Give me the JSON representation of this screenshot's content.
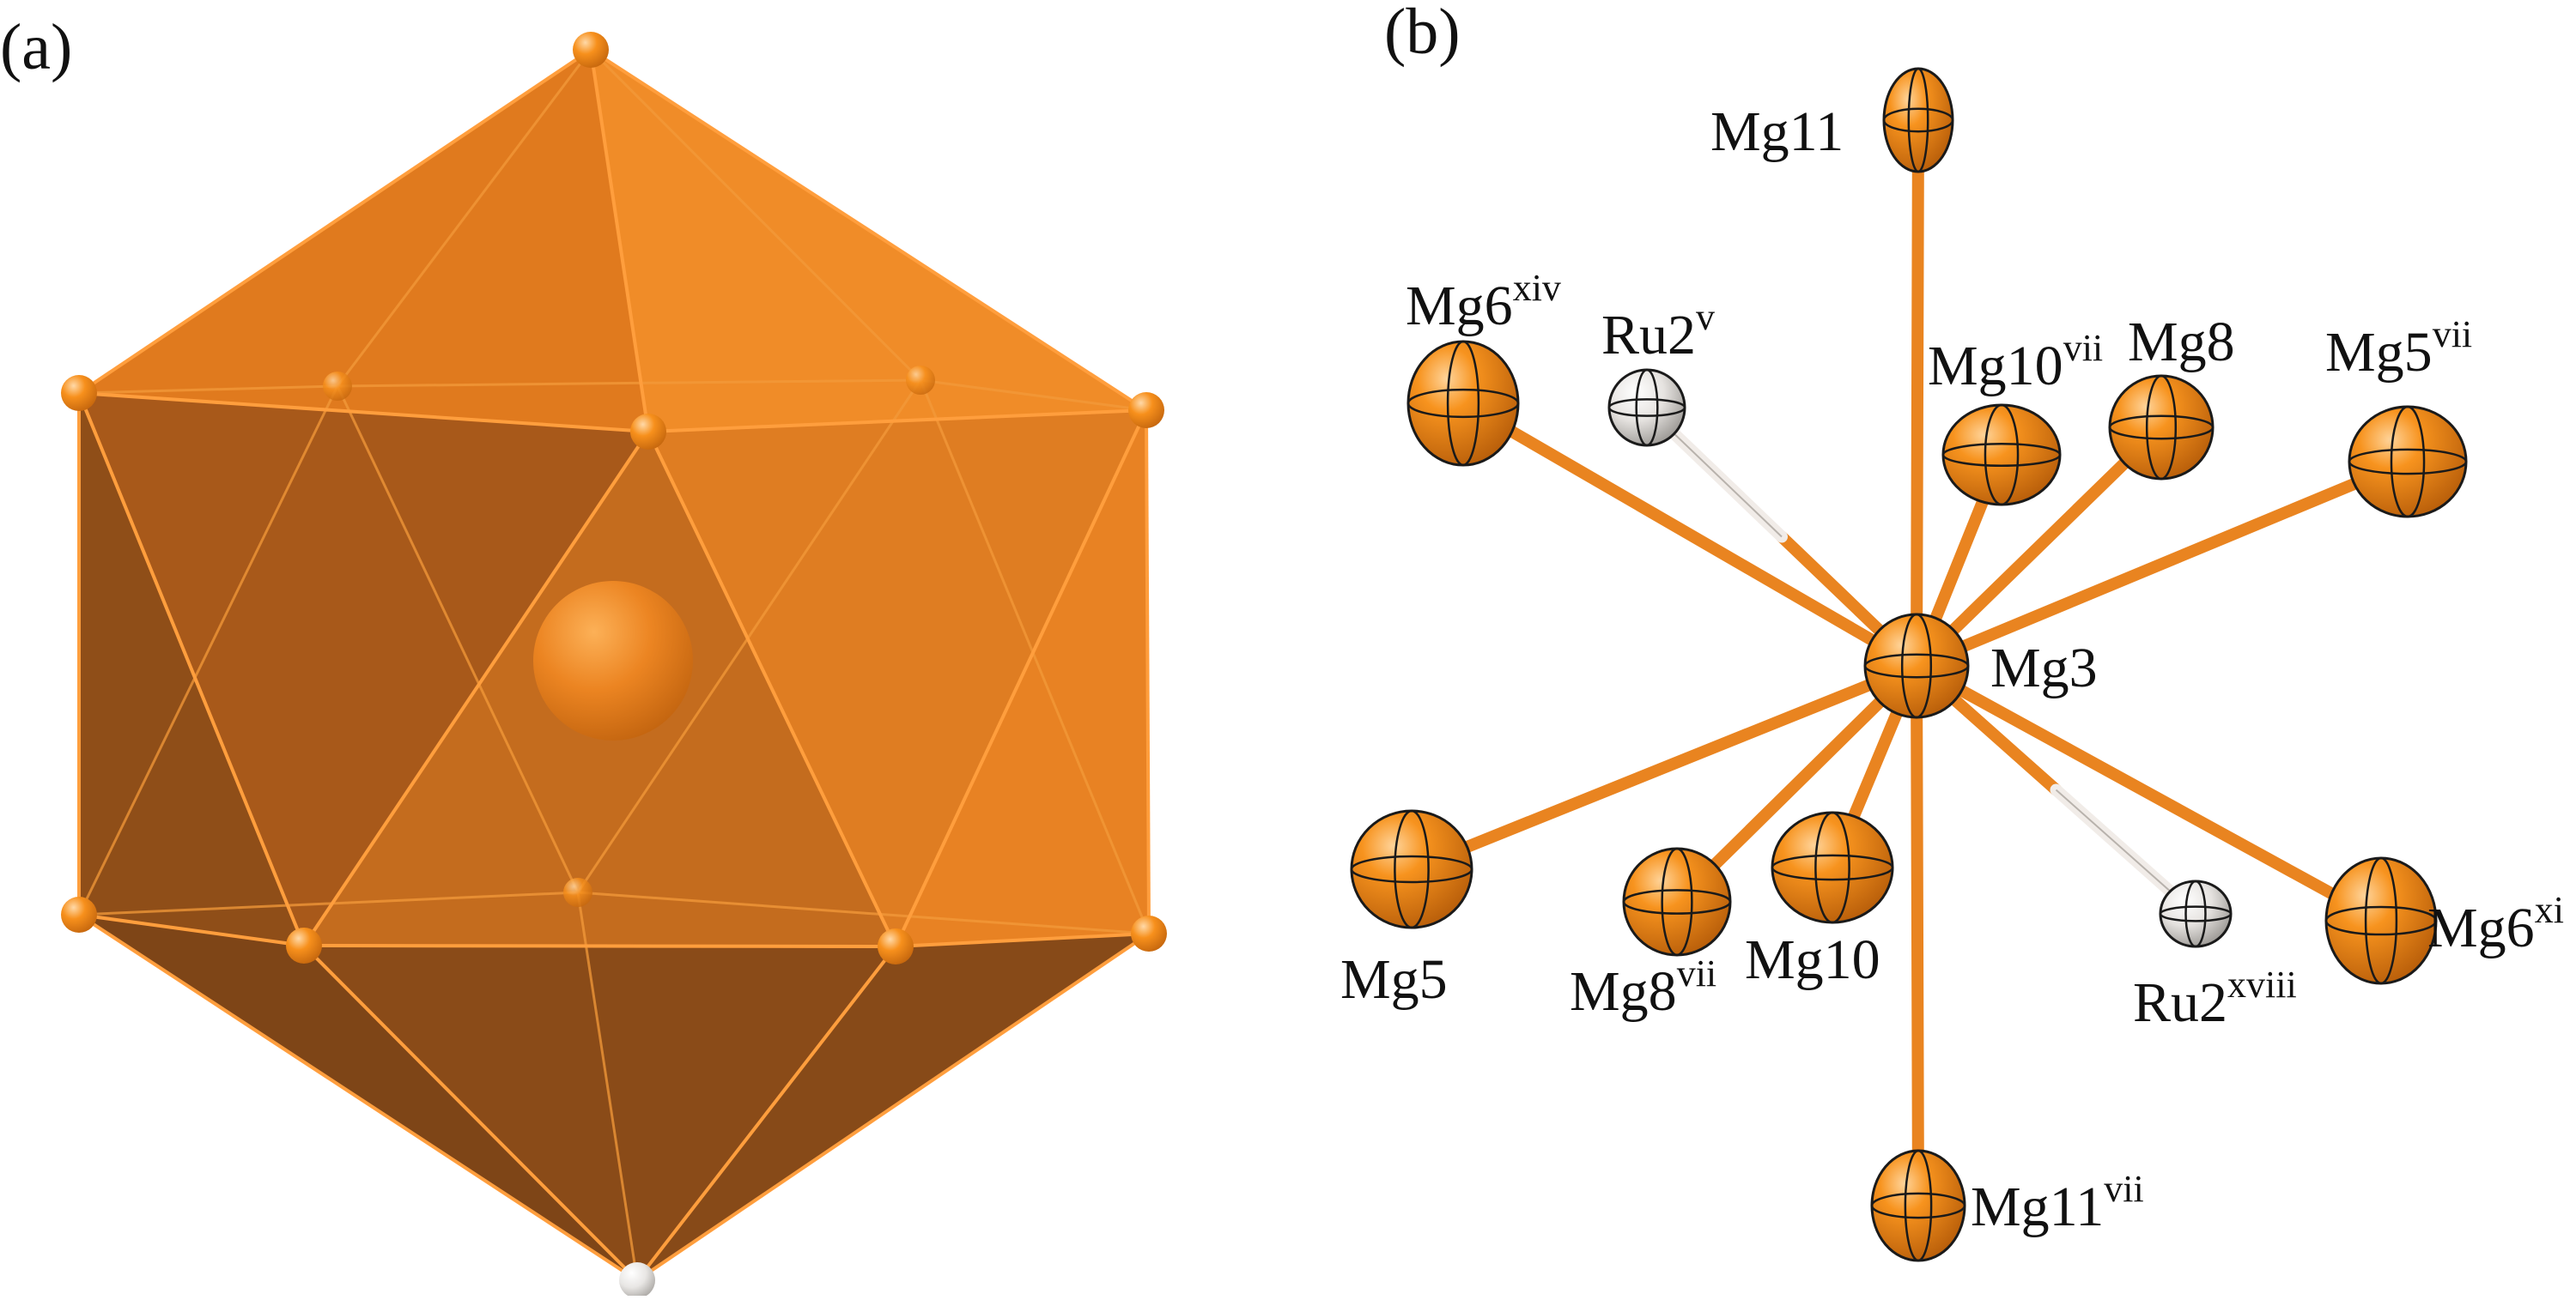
{
  "panels": {
    "a": {
      "label": "(a)"
    },
    "b": {
      "label": "(b)"
    }
  },
  "colors": {
    "magnesium": "#F28A1E",
    "ruthenium": "#E4E2E0",
    "bond_mg": "#E98420",
    "bond_ru": "#F1ECE8",
    "outline": "#1A1A1A"
  },
  "polyhedron": {
    "center_atom": "Mg3",
    "vertex_atoms": [
      "Mg",
      "Mg",
      "Mg",
      "Mg",
      "Mg",
      "Mg",
      "Mg",
      "Mg",
      "Mg",
      "Mg",
      "Mg",
      "Ru"
    ]
  },
  "atoms": {
    "mg11": {
      "name": "Mg11",
      "sup": ""
    },
    "mg6xiv": {
      "name": "Mg6",
      "sup": "xiv"
    },
    "ru2v": {
      "name": "Ru2",
      "sup": "v"
    },
    "mg10vii": {
      "name": "Mg10",
      "sup": "vii"
    },
    "mg8": {
      "name": "Mg8",
      "sup": ""
    },
    "mg5vii": {
      "name": "Mg5",
      "sup": "vii"
    },
    "mg3": {
      "name": "Mg3",
      "sup": ""
    },
    "mg5": {
      "name": "Mg5",
      "sup": ""
    },
    "mg8vii": {
      "name": "Mg8",
      "sup": "vii"
    },
    "mg10": {
      "name": "Mg10",
      "sup": ""
    },
    "ru2xviii": {
      "name": "Ru2",
      "sup": "xviii"
    },
    "mg6xi": {
      "name": "Mg6",
      "sup": "xi"
    },
    "mg11vii": {
      "name": "Mg11",
      "sup": "vii"
    }
  }
}
